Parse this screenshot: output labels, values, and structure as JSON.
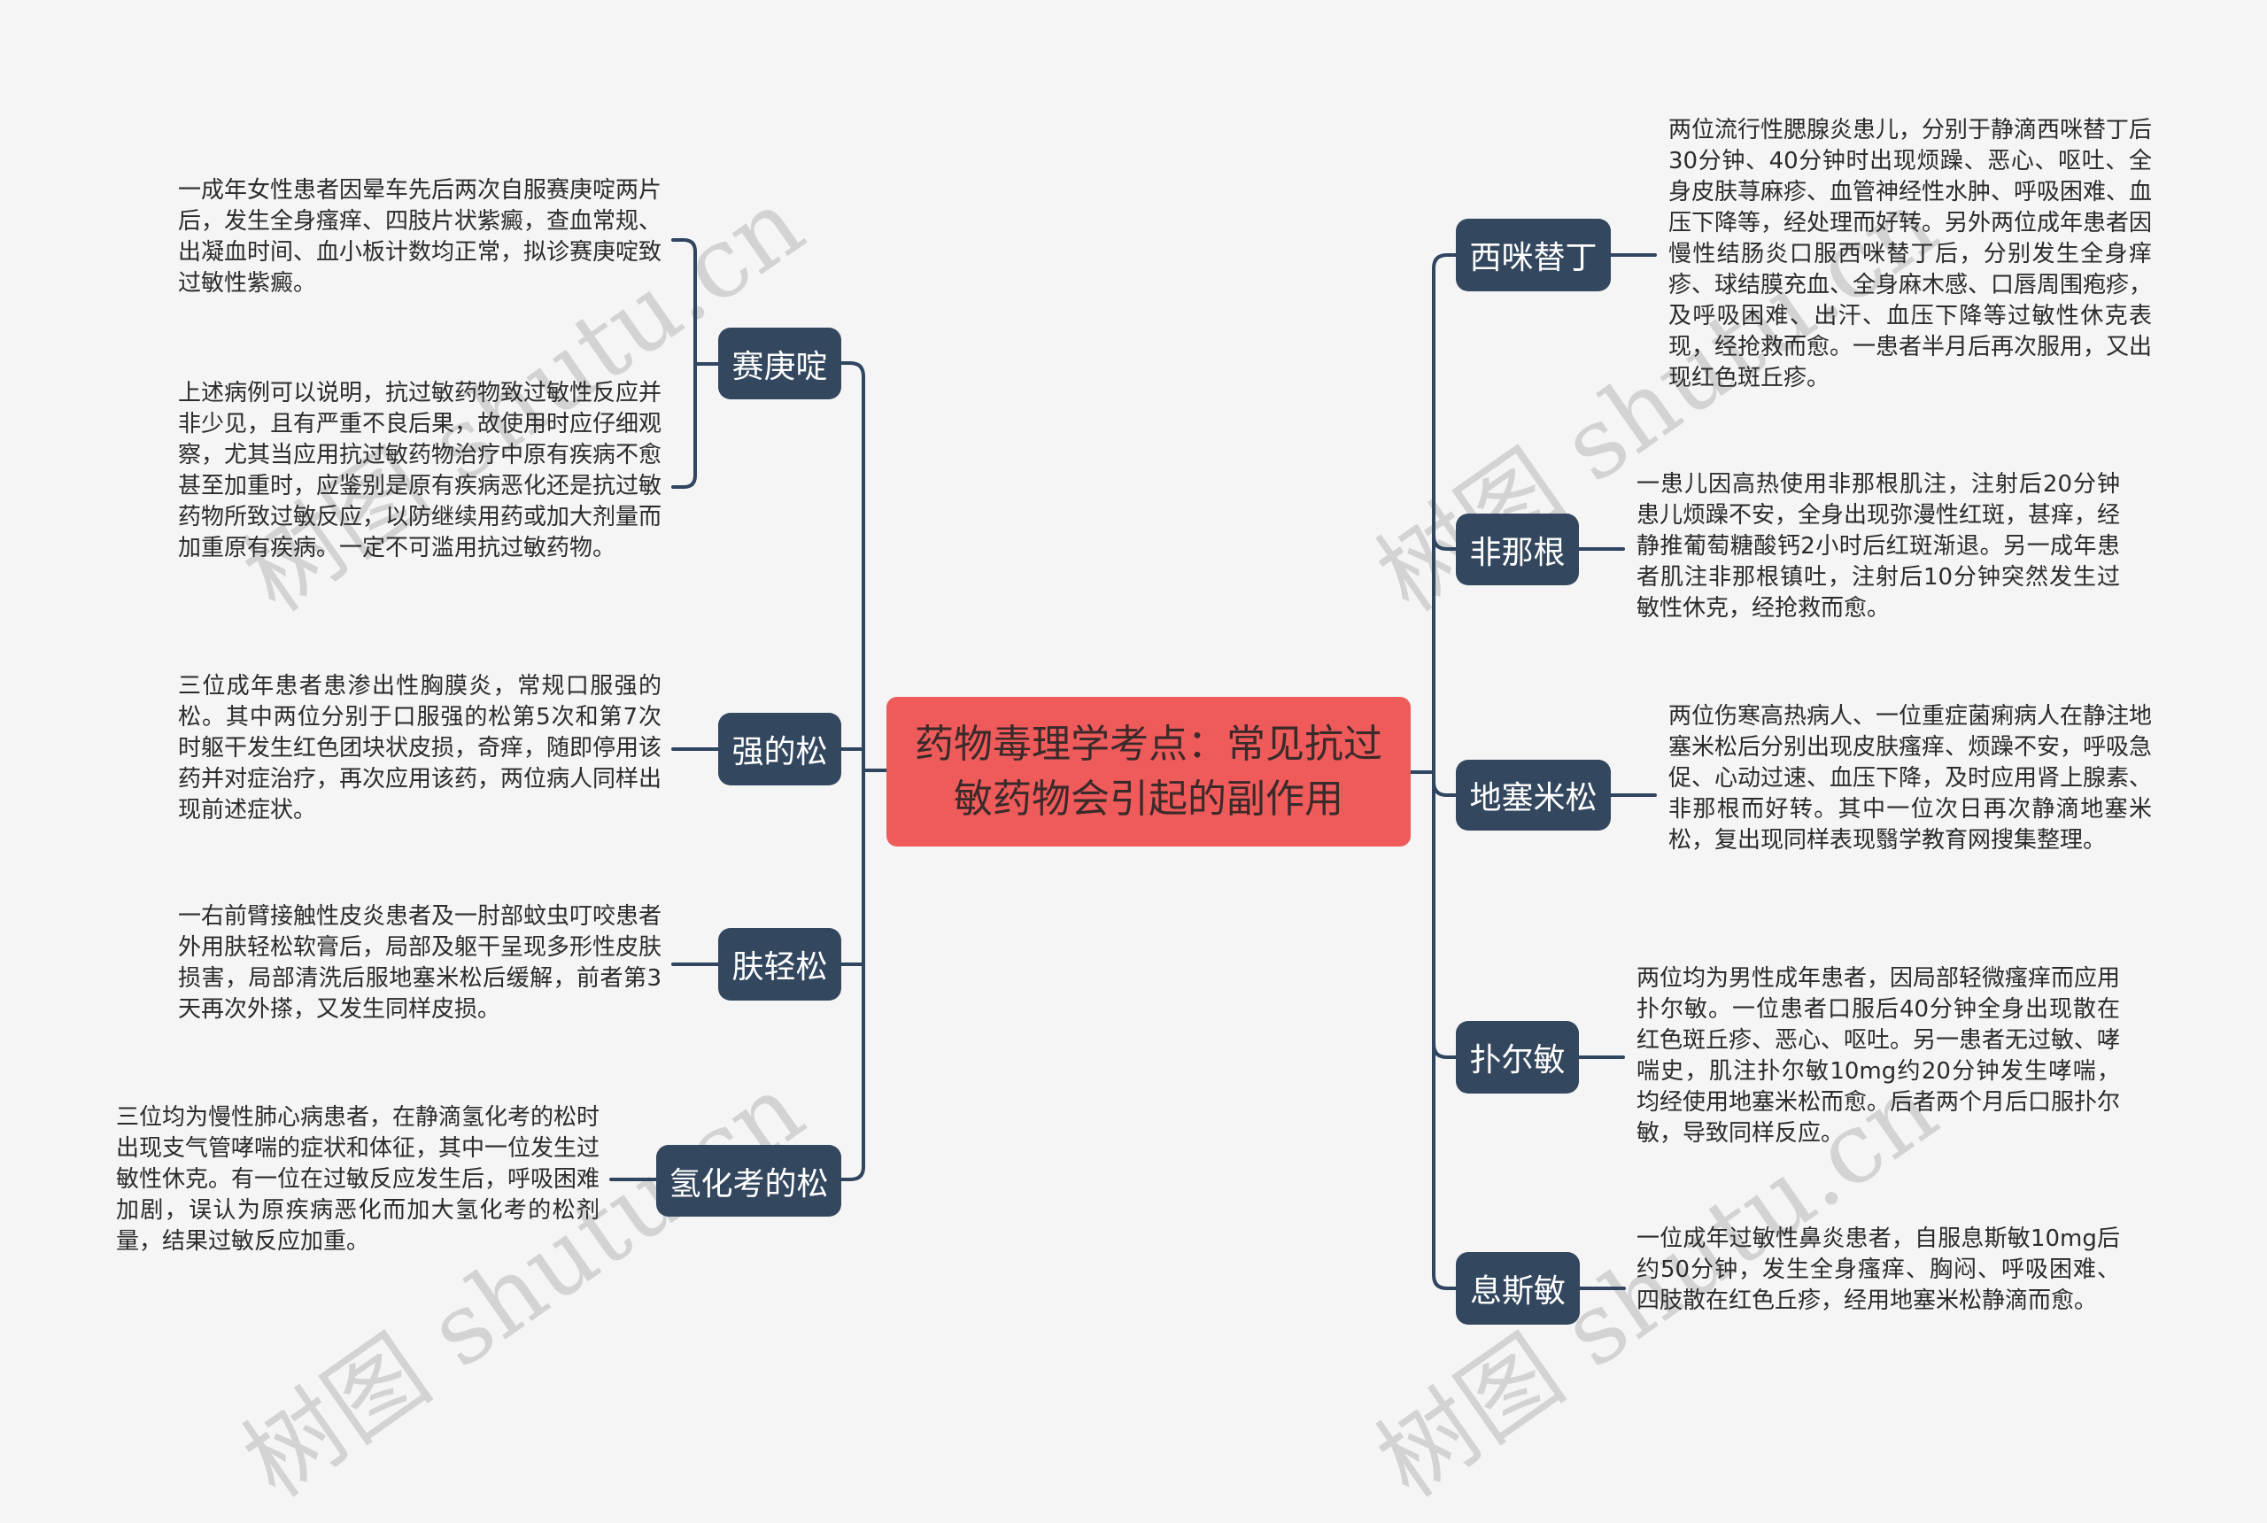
{
  "root": {
    "title": "药物毒理学考点：常见抗过敏药物会引起的副作用",
    "color": "#ef5a5a"
  },
  "colors": {
    "branch_node": "#33475f",
    "line": "#2f4560",
    "background": "#f5f5f5"
  },
  "left_branches": [
    {
      "label": "赛庚啶",
      "children": [
        "一成年女性患者因晕车先后两次自服赛庚啶两片后，发生全身瘙痒、四肢片状紫癜，查血常规、出凝血时间、血小板计数均正常，拟诊赛庚啶致过敏性紫癜。",
        "上述病例可以说明，抗过敏药物致过敏性反应并非少见，且有严重不良后果，故使用时应仔细观察，尤其当应用抗过敏药物治疗中原有疾病不愈甚至加重时，应鉴别是原有疾病恶化还是抗过敏药物所致过敏反应，以防继续用药或加大剂量而加重原有疾病。一定不可滥用抗过敏药物。"
      ]
    },
    {
      "label": "强的松",
      "children": [
        "三位成年患者患渗出性胸膜炎，常规口服强的松。其中两位分别于口服强的松第5次和第7次时躯干发生红色团块状皮损，奇痒，随即停用该药并对症治疗，再次应用该药，两位病人同样出现前述症状。"
      ]
    },
    {
      "label": "肤轻松",
      "children": [
        "一右前臂接触性皮炎患者及一肘部蚊虫叮咬患者外用肤轻松软膏后，局部及躯干呈现多形性皮肤损害，局部清洗后服地塞米松后缓解，前者第3天再次外搽，又发生同样皮损。"
      ]
    },
    {
      "label": "氢化考的松",
      "children": [
        "三位均为慢性肺心病患者，在静滴氢化考的松时出现支气管哮喘的症状和体征，其中一位发生过敏性休克。有一位在过敏反应发生后，呼吸困难加剧，误认为原疾病恶化而加大氢化考的松剂量，结果过敏反应加重。"
      ]
    }
  ],
  "right_branches": [
    {
      "label": "西咪替丁",
      "children": [
        "两位流行性腮腺炎患儿，分别于静滴西咪替丁后30分钟、40分钟时出现烦躁、恶心、呕吐、全身皮肤荨麻疹、血管神经性水肿、呼吸困难、血压下降等，经处理而好转。另外两位成年患者因慢性结肠炎口服西咪替丁后，分别发生全身痒疹、球结膜充血、全身麻木感、口唇周围疱疹，及呼吸困难、出汗、血压下降等过敏性休克表现，经抢救而愈。一患者半月后再次服用，又出现红色斑丘疹。"
      ]
    },
    {
      "label": "非那根",
      "children": [
        "一患儿因高热使用非那根肌注，注射后20分钟患儿烦躁不安，全身出现弥漫性红斑，甚痒，经静推葡萄糖酸钙2小时后红斑渐退。另一成年患者肌注非那根镇吐，注射后10分钟突然发生过敏性休克，经抢救而愈。"
      ]
    },
    {
      "label": "地塞米松",
      "children": [
        "两位伤寒高热病人、一位重症菌痢病人在静注地塞米松后分别出现皮肤瘙痒、烦躁不安，呼吸急促、心动过速、血压下降，及时应用肾上腺素、非那根而好转。其中一位次日再次静滴地塞米松，复出现同样表现翳学教育网搜集整理。"
      ]
    },
    {
      "label": "扑尔敏",
      "children": [
        "两位均为男性成年患者，因局部轻微瘙痒而应用扑尔敏。一位患者口服后40分钟全身出现散在红色斑丘疹、恶心、呕吐。另一患者无过敏、哮喘史，肌注扑尔敏10mg约20分钟发生哮喘，均经使用地塞米松而愈。后者两个月后口服扑尔敏，导致同样反应。"
      ]
    },
    {
      "label": "息斯敏",
      "children": [
        "一位成年过敏性鼻炎患者，自服息斯敏10mg后约50分钟，发生全身瘙痒、胸闷、呼吸困难、四肢散在红色丘疹，经用地塞米松静滴而愈。"
      ]
    }
  ],
  "watermark": {
    "text": "树图 shutu.cn"
  }
}
